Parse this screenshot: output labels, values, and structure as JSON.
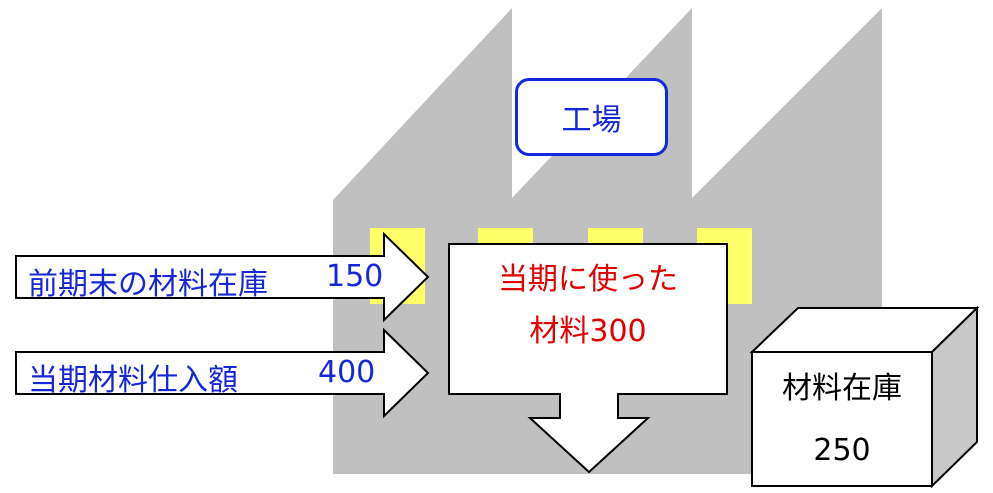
{
  "factory": {
    "label": "工場"
  },
  "inputs": [
    {
      "label": "前期末の材料在庫",
      "value": "150"
    },
    {
      "label": "当期材料仕入額",
      "value": "400"
    }
  ],
  "used": {
    "line1": "当期に使った",
    "line2": "材料300"
  },
  "inventory": {
    "line1": "材料在庫",
    "line2": "250"
  },
  "colors": {
    "factory": "#c0c0c0",
    "window": "#ffff66",
    "blue": "#1428d8",
    "red": "#e00000"
  }
}
